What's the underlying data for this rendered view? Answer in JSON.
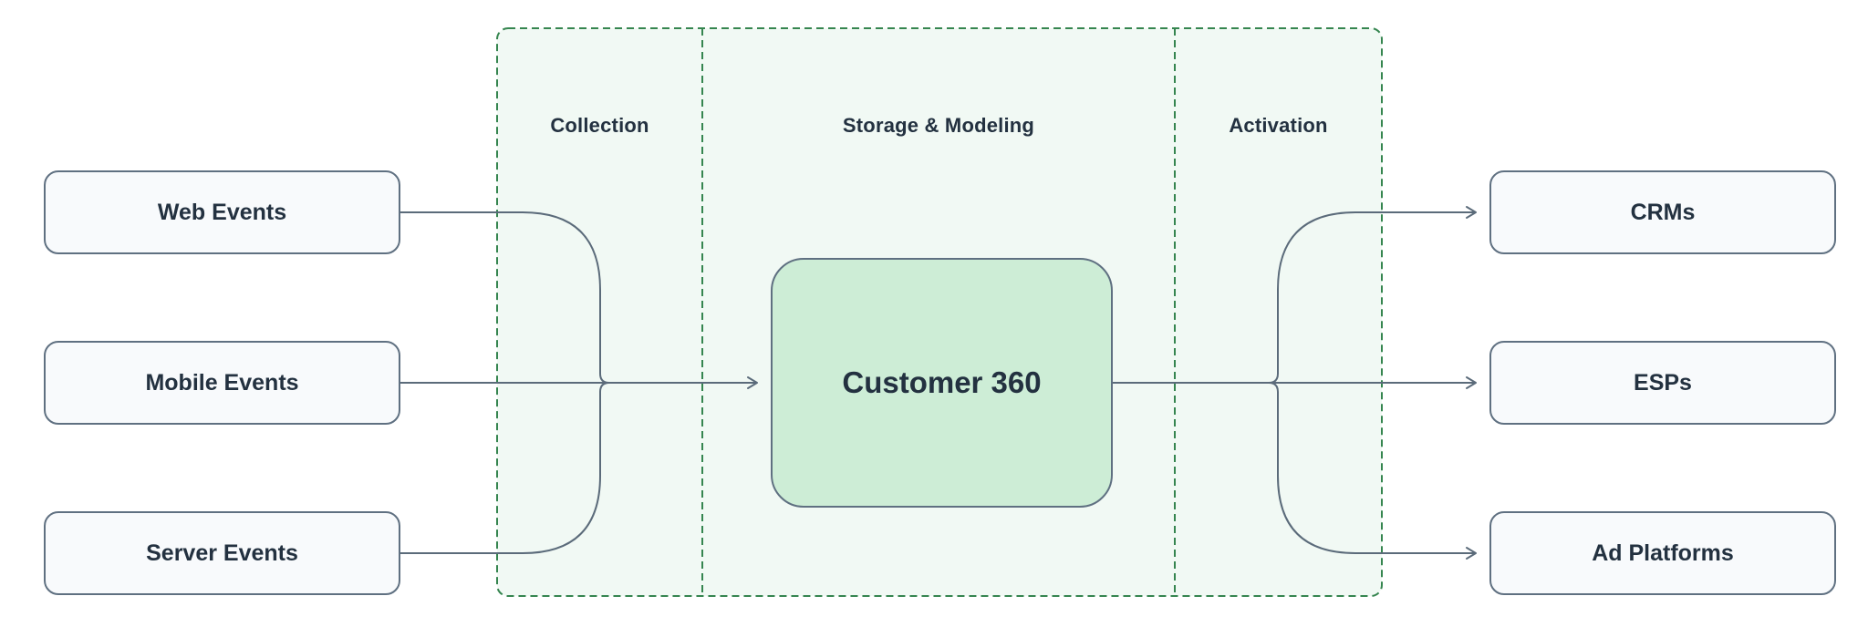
{
  "diagram": {
    "zones": [
      {
        "label": "Collection"
      },
      {
        "label": "Storage & Modeling"
      },
      {
        "label": "Activation"
      }
    ],
    "sources": [
      {
        "label": "Web Events"
      },
      {
        "label": "Mobile Events"
      },
      {
        "label": "Server Events"
      }
    ],
    "center": {
      "label": "Customer 360"
    },
    "destinations": [
      {
        "label": "CRMs"
      },
      {
        "label": "ESPs"
      },
      {
        "label": "Ad Platforms"
      }
    ],
    "colors": {
      "background": "#ffffff",
      "container_fill": "#f1f9f4",
      "container_dash": "#35854f",
      "node_fill": "#f8fafc",
      "node_border": "#5f7081",
      "center_node_fill": "#cdedd6",
      "connector": "#5b6b7a",
      "text": "#233140"
    }
  }
}
